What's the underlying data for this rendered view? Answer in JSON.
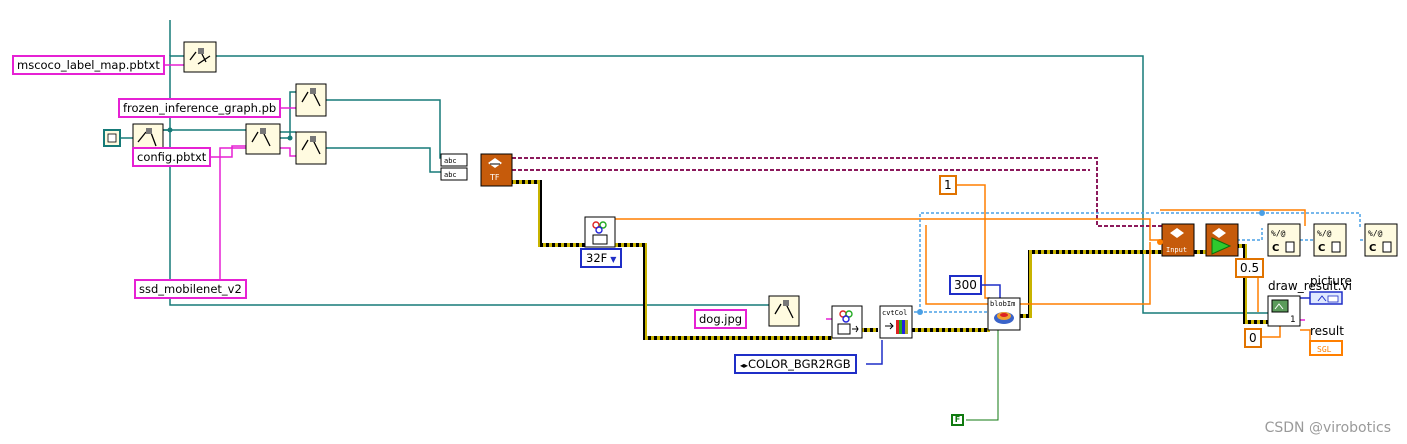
{
  "constants": {
    "label_map": "mscoco_label_map.pbtxt",
    "frozen_graph": "frozen_inference_graph.pb",
    "config": "config.pbtxt",
    "model_name": "ssd_mobilenet_v2",
    "image_file": "dog.jpg",
    "color_code": "COLOR_BGR2RGB",
    "scale_factor": "1",
    "blob_size": "300",
    "threshold": "0.5",
    "index_zero": "0",
    "swap_rb": "F",
    "mat_type": "32F"
  },
  "vi_labels": {
    "tf": "TF",
    "input": "Input",
    "cvtcolor": "cvtCol",
    "blob": "blobIm",
    "draw_index": "1"
  },
  "indicators": {
    "draw_label": "draw_result.vi",
    "picture_label": "picture",
    "result_label": "result",
    "result_terminal": "SGL"
  },
  "watermark": "CSDN @virobotics",
  "colors": {
    "string_wire": "#e621d4",
    "path_wire": "#167a78",
    "cluster_wire": "#8c1a5c",
    "cv_wire": "#c8b400",
    "numeric_wire": "#ff7f00",
    "int_wire": "#1f2ec7",
    "error_wire": "#4aa0e6",
    "bool_wire": "#107a10"
  }
}
